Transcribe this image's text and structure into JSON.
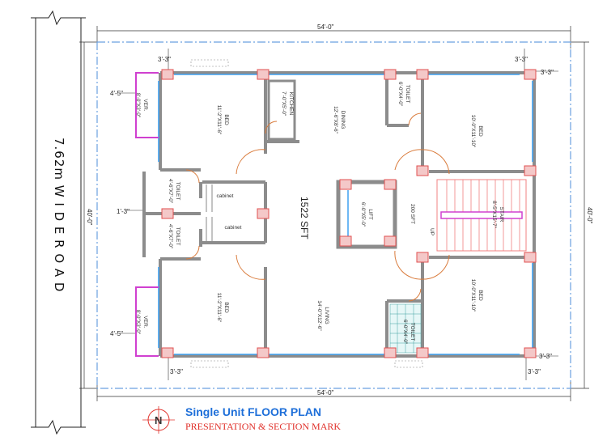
{
  "road": {
    "label": "7.62m W I D E  R O A D"
  },
  "dimensions": {
    "top": "54'-0\"",
    "bottom": "54'-0\"",
    "left": "40'-0\"",
    "right": "40'-0\"",
    "set_tl": "3'-3\"",
    "set_tr": "3'-3\"",
    "set_tr2": "3'-3\"",
    "set_bl": "3'-3\"",
    "set_br": "3'-3\"",
    "set_br2": "3'-3\"",
    "ver_top": "4'-5\"",
    "ver_bottom": "4'-5\"",
    "left_mid": "1'-3\""
  },
  "rooms": {
    "bed1": [
      "BED",
      "11'-2\"X11'-6\""
    ],
    "bed2": [
      "BED",
      "11'-2\"X11'-6\""
    ],
    "bed3": [
      "BED",
      "10'-0\"X11'-10\""
    ],
    "bed4": [
      "BED",
      "10'-0\"X11'-10\""
    ],
    "kitchen": [
      "KITCHEN",
      "7'-0\"X5'-0\""
    ],
    "dining": [
      "DINING",
      "12'-6\"X8'-6\""
    ],
    "living": [
      "LIVING",
      "14'-0\"X12'-6\""
    ],
    "toilet_top": [
      "TOILET",
      "6'-0\"X4'-0\""
    ],
    "toilet_bottom": [
      "TOILET",
      "6'-0\"X4'-0\""
    ],
    "toilet_l1": [
      "TOILET",
      "4'-6\"X7'-0\""
    ],
    "toilet_l2": [
      "TOILET",
      "4'-6\"X7'-0\""
    ],
    "ver_top": [
      "VER.",
      "8'-0\"X3'-0\""
    ],
    "ver_bottom": [
      "VER.",
      "8'-0\"X3'-0\""
    ],
    "lift": [
      "LIFT",
      "6'-0\"X5'-0\""
    ],
    "stair": [
      "STAIR",
      "8'-5\"X15'-7\""
    ],
    "cabinet1": "cabinet",
    "cabinet2": "cabinet",
    "area": "1522 SFT",
    "lobby": "200 SFT",
    "up": "UP"
  },
  "title": {
    "main": "Single Unit FLOOR PLAN",
    "sub": "PRESENTATION & SECTION MARK"
  },
  "north": "N",
  "colors": {
    "wall": "#8c8c8c",
    "window": "#3fa0f0",
    "column": "#e05050",
    "door": "#d97a3a",
    "verandah": "#d040d0",
    "stair": "#f08080",
    "setback": "#6aa0e0",
    "title_blue": "#1e6fd9",
    "title_red": "#e0302a"
  }
}
